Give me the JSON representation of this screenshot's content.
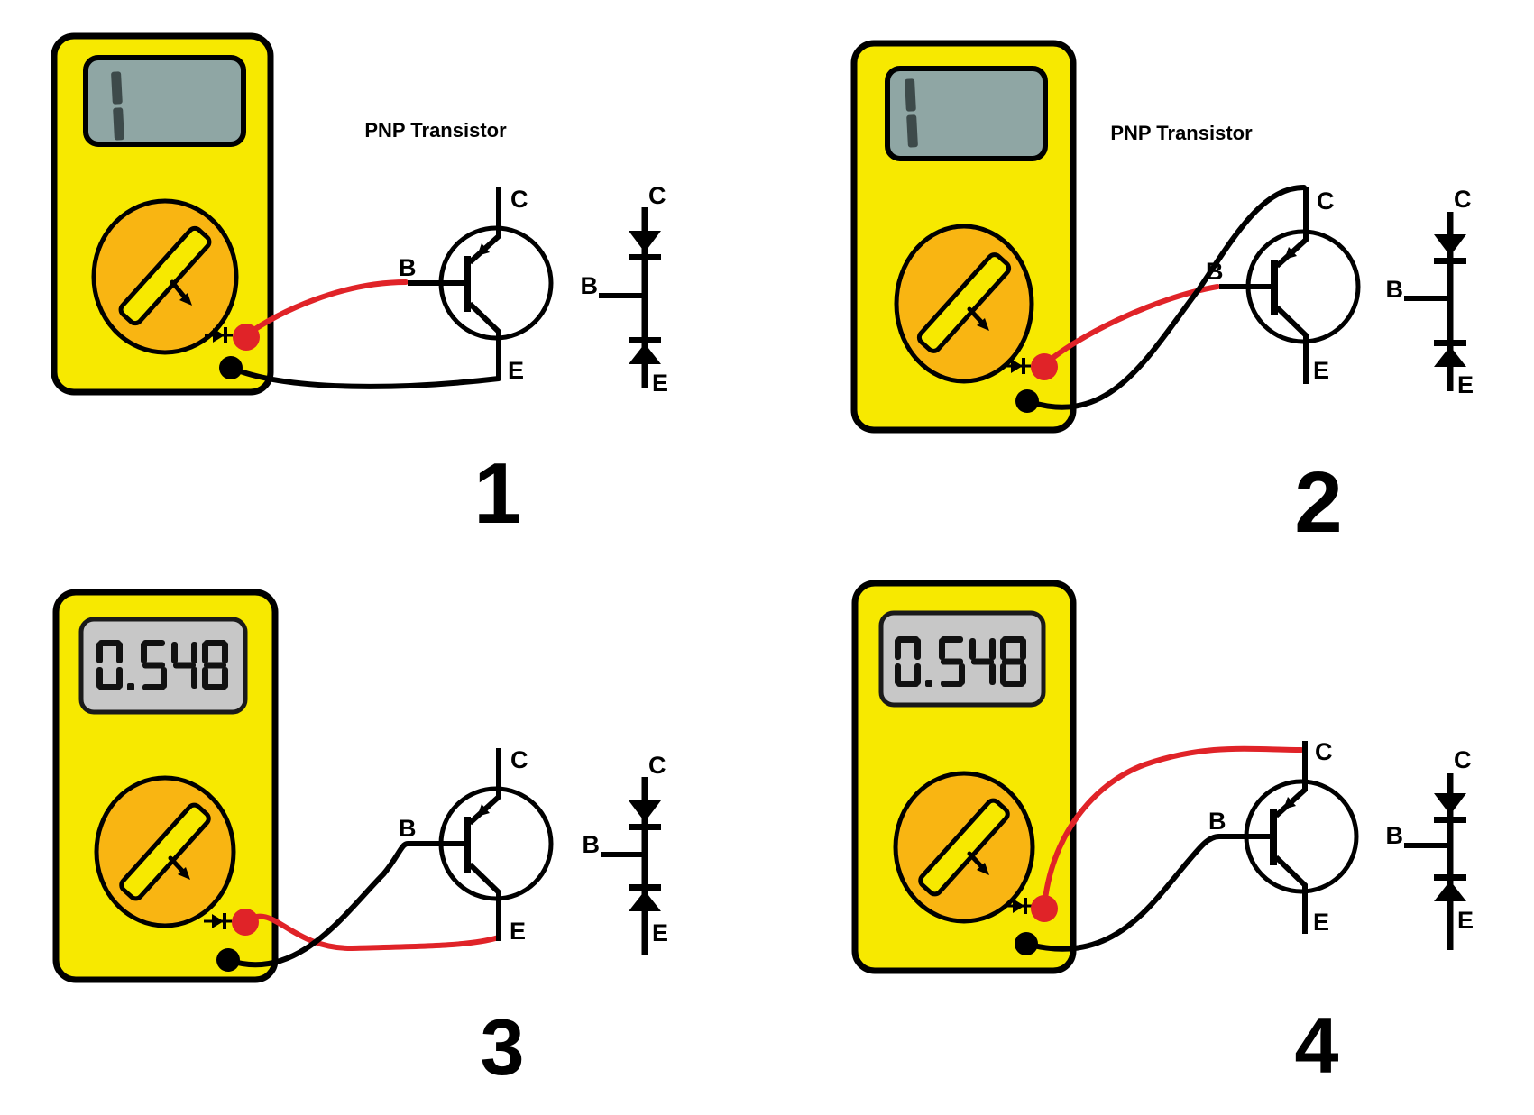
{
  "background": "#ffffff",
  "colors": {
    "meter_body": "#F7E900",
    "meter_outline": "#000000",
    "lcd_top": "#8FA6A4",
    "lcd_bottom": "#C7C7C7",
    "lcd_digit_top": "#3D4A4A",
    "lcd_digit_bottom": "#111111",
    "dial": "#F9B512",
    "probe_red": "#E02328",
    "probe_black": "#000000"
  },
  "panels": [
    {
      "number": "1",
      "title": "PNP Transistor",
      "display": "1",
      "pins": {
        "b": "B",
        "c": "C",
        "e": "E"
      },
      "diode_pins": {
        "b": "B",
        "c": "C",
        "e": "E"
      },
      "probes": {
        "red_to": "B",
        "black_to": "E"
      }
    },
    {
      "number": "2",
      "title": "PNP Transistor",
      "display": "1",
      "pins": {
        "b": "B",
        "c": "C",
        "e": "E"
      },
      "diode_pins": {
        "b": "B",
        "c": "C",
        "e": "E"
      },
      "probes": {
        "red_to": "B",
        "black_to": "C"
      }
    },
    {
      "number": "3",
      "display": "0.548",
      "pins": {
        "b": "B",
        "c": "C",
        "e": "E"
      },
      "diode_pins": {
        "b": "B",
        "c": "C",
        "e": "E"
      },
      "probes": {
        "red_to": "E",
        "black_to": "B"
      }
    },
    {
      "number": "4",
      "display": "0.548",
      "pins": {
        "b": "B",
        "c": "C",
        "e": "E"
      },
      "diode_pins": {
        "b": "B",
        "c": "C",
        "e": "E"
      },
      "probes": {
        "red_to": "C",
        "black_to": "B"
      }
    }
  ]
}
